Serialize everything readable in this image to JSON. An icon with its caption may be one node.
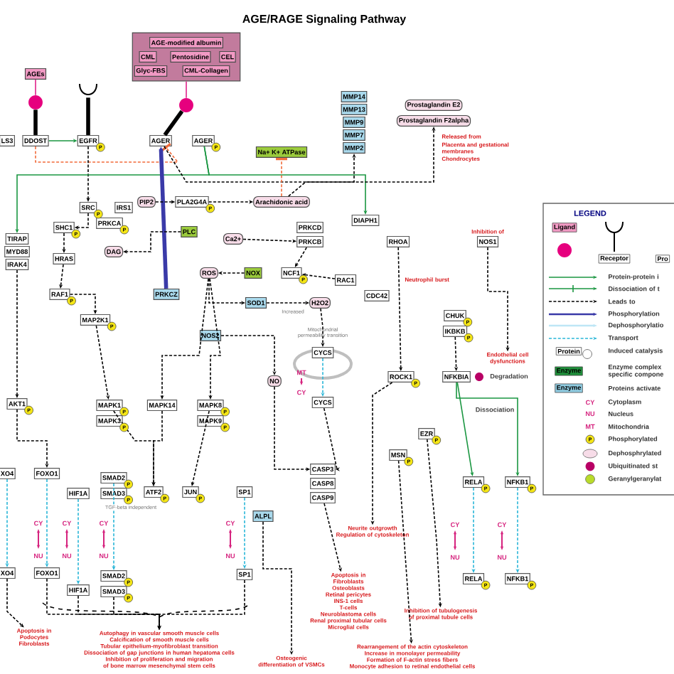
{
  "diagram": {
    "title": "AGE/RAGE Signaling Pathway",
    "nodes": [
      {
        "text": [
          "AGEs"
        ]
      },
      {
        "text": [],
        "shape": "circle"
      },
      {
        "text": [],
        "shape": "box"
      },
      {
        "text": [
          "AGE-modified albumin"
        ],
        "in": 2
      },
      {
        "text": [
          "CML"
        ],
        "in": 2
      },
      {
        "text": [
          "Pentosidine"
        ],
        "in": 2
      },
      {
        "text": [
          "CEL"
        ],
        "in": 2
      },
      {
        "text": [
          "Glyc-FBS"
        ],
        "in": 2
      },
      {
        "text": [
          "CML-Collagen"
        ],
        "in": 2
      },
      {
        "text": [],
        "shape": "circle"
      },
      {
        "text": [],
        "shape": "cup"
      },
      {
        "text": [
          "LS3"
        ]
      },
      {
        "text": [
          "DDOST"
        ]
      },
      {
        "text": [
          "EGFR"
        ],
        "beside": [
          "P"
        ]
      },
      {
        "text": [
          "AGER"
        ]
      },
      {
        "text": [
          "AGER"
        ],
        "beside": [
          "P"
        ]
      },
      {
        "text": [
          "Na+ K+ ATPase"
        ]
      },
      {
        "text": [
          "MMP14"
        ]
      },
      {
        "text": [
          "MMP13"
        ]
      },
      {
        "text": [
          "MMP9"
        ]
      },
      {
        "text": [
          "MMP7"
        ]
      },
      {
        "text": [
          "MMP2"
        ]
      },
      {
        "text": [
          "Prostaglandin E2"
        ]
      },
      {
        "text": [
          "Prostaglandin F2alpha"
        ]
      },
      {
        "text": [
          "SRC"
        ],
        "beside": [
          "P"
        ]
      },
      {
        "text": [
          "IRS1"
        ]
      },
      {
        "text": [
          "PRKCA"
        ],
        "beside": [
          "P"
        ]
      },
      {
        "text": [
          "PIP2"
        ]
      },
      {
        "text": [
          "PLA2G4A"
        ],
        "beside": [
          "P"
        ]
      },
      {
        "text": [
          "Arachidonic acid"
        ]
      },
      {
        "text": [
          "PRKCD"
        ]
      },
      {
        "text": [
          "PRKCB"
        ]
      },
      {
        "text": [
          "DIAPH1"
        ]
      },
      {
        "text": [
          "RHOA"
        ]
      },
      {
        "text": [
          "NOS1"
        ],
        "beside": [
          "Inhibition of"
        ]
      },
      {
        "text": [
          "TIRAP"
        ]
      },
      {
        "text": [
          "MYD88"
        ]
      },
      {
        "text": [
          "IRAK4"
        ]
      },
      {
        "text": [
          "SHC1"
        ],
        "beside": [
          "P"
        ]
      },
      {
        "text": [
          "HRAS"
        ]
      },
      {
        "text": [
          "PLC"
        ]
      },
      {
        "text": [
          "DAG"
        ]
      },
      {
        "text": [
          "Ca2+"
        ]
      },
      {
        "text": [
          "ROS"
        ]
      },
      {
        "text": [
          "NOX"
        ]
      },
      {
        "text": [
          "NCF1"
        ],
        "beside": [
          "P"
        ]
      },
      {
        "text": [
          "RAC1"
        ]
      },
      {
        "text": [
          "CDC42"
        ]
      },
      {
        "text": [
          "RAF1"
        ],
        "beside": [
          "P"
        ]
      },
      {
        "text": [
          "PRKCZ"
        ]
      },
      {
        "text": [
          "SOD1"
        ]
      },
      {
        "text": [
          "H2O2"
        ]
      },
      {
        "text": [
          "MAP2K1"
        ],
        "beside": [
          "P"
        ]
      },
      {
        "text": [
          "NOS2"
        ]
      },
      {
        "text": [
          "CYCS"
        ]
      },
      {
        "text": [
          "NO"
        ]
      },
      {
        "text": [
          "CYCS"
        ]
      },
      {
        "text": [
          "CHUK"
        ],
        "beside": [
          "P"
        ]
      },
      {
        "text": [
          "IKBKB"
        ],
        "beside": [
          "P"
        ]
      },
      {
        "text": [
          "ROCK1"
        ],
        "beside": [
          "P"
        ]
      },
      {
        "text": [
          "NFKBIA"
        ]
      },
      {
        "text": [
          "AKT1"
        ],
        "beside": [
          "P"
        ]
      },
      {
        "text": [
          "MAPK1"
        ],
        "beside": [
          "P"
        ]
      },
      {
        "text": [
          "MAPK3"
        ],
        "beside": [
          "P"
        ]
      },
      {
        "text": [
          "MAPK14"
        ]
      },
      {
        "text": [
          "MAPK8"
        ],
        "beside": [
          "P"
        ]
      },
      {
        "text": [
          "MAPK9"
        ],
        "beside": [
          "P"
        ]
      },
      {
        "text": [
          "EZR"
        ],
        "beside": [
          "P"
        ]
      },
      {
        "text": [
          "MSN"
        ],
        "beside": [
          "P"
        ]
      },
      {
        "text": [
          "CASP3"
        ]
      },
      {
        "text": [
          "CASP8"
        ]
      },
      {
        "text": [
          "CASP9"
        ]
      },
      {
        "text": [
          "XO4"
        ]
      },
      {
        "text": [
          "FOXO1"
        ]
      },
      {
        "text": [
          "HIF1A"
        ]
      },
      {
        "text": [
          "SMAD2"
        ],
        "beside": [
          "P"
        ]
      },
      {
        "text": [
          "SMAD3"
        ],
        "beside": [
          "P"
        ]
      },
      {
        "text": [
          "ATF2"
        ],
        "beside": [
          "P"
        ]
      },
      {
        "text": [
          "JUN"
        ],
        "beside": [
          "P"
        ]
      },
      {
        "text": [
          "SP1"
        ]
      },
      {
        "text": [
          "ALPL"
        ]
      },
      {
        "text": [
          "RELA"
        ],
        "beside": [
          "P"
        ]
      },
      {
        "text": [
          "NFKB1"
        ],
        "beside": [
          "P"
        ]
      },
      {
        "text": [
          "XO4"
        ]
      },
      {
        "text": [
          "FOXO1"
        ]
      },
      {
        "text": [
          "HIF1A"
        ]
      },
      {
        "text": [
          "SMAD2"
        ],
        "beside": [
          "P"
        ]
      },
      {
        "text": [
          "SMAD3"
        ],
        "beside": [
          "P"
        ]
      },
      {
        "text": [
          "SP1"
        ]
      },
      {
        "text": [
          "RELA"
        ],
        "beside": [
          "P"
        ]
      },
      {
        "text": [
          "NFKB1"
        ],
        "beside": [
          "P"
        ]
      },
      {
        "text": [
          "Apoptosis in",
          "Podocytes",
          "Fibroblasts"
        ]
      },
      {
        "text": [
          "Autophagy in vascular smooth muscle cells",
          "Calcification of smooth muscle cells",
          "Tubular epithelium-myofibroblast transition",
          "Dissociation of gap junctions in human hepatoma cells",
          "Inhibition of proliferation and migration of bone marrow mesenchymal stem cells"
        ]
      },
      {
        "text": [
          "Osteogenic differentiation of VSMCs"
        ]
      },
      {
        "text": [
          "Apoptosis in",
          "Fibroblasts",
          "Osteoblasts",
          "Retinal pericytes",
          "INS-1 cells",
          "T-cells",
          "Neuroblastoma cells",
          "Renal proximal tubular cells",
          "Microglial cells"
        ]
      },
      {
        "text": [
          "Neurite outgrowth",
          "Regulation of cytoskeleton"
        ]
      },
      {
        "text": [
          "Inhibition of tubulogenesis of proximal tubule cells"
        ]
      },
      {
        "text": [
          "Rearrangement of the actin cytoskeleton",
          "Increase in monolayer permeability",
          "Formation of F-actin stress fibers",
          "Monocyte adhesion to retinal endothelial cells"
        ]
      },
      {
        "text": [
          "Endothelial cell dysfunctions"
        ]
      }
    ],
    "edges": [
      {
        "from": 0,
        "to": 1,
        "arrow": "none",
        "color": "#e0218a"
      },
      {
        "from": 1,
        "to": 12,
        "arrow": "none",
        "style": "thick"
      },
      {
        "from": 2,
        "to": 9,
        "arrow": "none",
        "color": "#e0218a"
      },
      {
        "from": 9,
        "to": 14,
        "arrow": "none",
        "style": "thick"
      },
      {
        "from": 10,
        "to": 13,
        "arrow": "none",
        "style": "thick"
      },
      {
        "from": 12,
        "to": 13,
        "arrow": "to",
        "color": "#1a9641"
      },
      {
        "from": 12,
        "to": 14,
        "arrow": "other",
        "style": "dashed",
        "color": "#f26b3a"
      },
      {
        "from": 13,
        "to": 24,
        "arrow": "to",
        "style": "dashed"
      },
      {
        "from": 15,
        "to": 35,
        "arrow": "to",
        "color": "#1a9641"
      },
      {
        "from": 15,
        "to": 32,
        "arrow": "to",
        "color": "#1a9641"
      },
      {
        "from": 14,
        "to": 21,
        "arrow": "to",
        "style": "dashed"
      },
      {
        "from": 49,
        "to": 14,
        "arrow": "to",
        "style": "thick",
        "color": "#3a3aa8"
      },
      {
        "from": 29,
        "to": 16,
        "arrow": "other",
        "style": "dashed",
        "color": "#f26b3a"
      },
      {
        "from": 28,
        "to": 29,
        "arrow": "to",
        "style": "dashed"
      },
      {
        "from": 27,
        "to": 28,
        "arrow": "to",
        "style": "dashed"
      },
      {
        "from": 40,
        "to": 41,
        "arrow": "to",
        "style": "dashed"
      },
      {
        "from": 24,
        "to": 38,
        "arrow": "to",
        "style": "dashed"
      },
      {
        "from": 38,
        "to": 39,
        "arrow": "to",
        "style": "dashed"
      },
      {
        "from": 39,
        "to": 48,
        "arrow": "to",
        "style": "dashed"
      },
      {
        "from": 48,
        "to": 52,
        "arrow": "to",
        "style": "dashed"
      },
      {
        "from": 52,
        "to": 62,
        "arrow": "to",
        "style": "dashed"
      },
      {
        "from": 37,
        "to": 61,
        "arrow": "to",
        "style": "dashed"
      },
      {
        "from": 44,
        "to": 43,
        "arrow": "to",
        "style": "dashed"
      },
      {
        "from": 31,
        "to": 45,
        "arrow": "to",
        "style": "dashed"
      },
      {
        "from": 42,
        "to": 31,
        "arrow": "to",
        "style": "dashed"
      },
      {
        "from": 43,
        "to": 50,
        "arrow": "to",
        "style": "dashed"
      },
      {
        "from": 50,
        "to": 51,
        "arrow": "to",
        "style": "dashed"
      },
      {
        "from": 51,
        "to": 54,
        "arrow": "to",
        "style": "dashed"
      },
      {
        "from": 54,
        "to": 56,
        "arrow": "to",
        "style": "dashed",
        "color": "#29b6d8"
      },
      {
        "from": 56,
        "to": 69,
        "arrow": "to",
        "style": "dashed"
      },
      {
        "from": 43,
        "to": 64,
        "arrow": "to",
        "style": "dashed"
      },
      {
        "from": 43,
        "to": 65,
        "arrow": "to",
        "style": "dashed"
      },
      {
        "from": 53,
        "to": 55,
        "arrow": "to",
        "style": "dashed"
      },
      {
        "from": 55,
        "to": 69,
        "arrow": "to",
        "style": "dashed"
      },
      {
        "from": 33,
        "to": 59,
        "arrow": "to",
        "style": "dashed"
      },
      {
        "from": 59,
        "to": 95,
        "arrow": "to",
        "style": "dashed"
      },
      {
        "from": 58,
        "to": 60,
        "arrow": "to",
        "style": "dashed"
      },
      {
        "from": 34,
        "to": 98,
        "arrow": "to",
        "style": "dashed"
      },
      {
        "from": 60,
        "to": 81,
        "arrow": "to",
        "color": "#1a9641"
      },
      {
        "from": 60,
        "to": 82,
        "arrow": "to",
        "color": "#1a9641"
      },
      {
        "from": 68,
        "to": 97,
        "arrow": "to",
        "style": "dashed"
      },
      {
        "from": 67,
        "to": 96,
        "arrow": "to",
        "style": "dashed"
      },
      {
        "from": 72,
        "to": 83,
        "arrow": "to",
        "style": "dashed",
        "color": "#29b6d8"
      },
      {
        "from": 73,
        "to": 84,
        "arrow": "to",
        "style": "dashed",
        "color": "#29b6d8"
      },
      {
        "from": 74,
        "to": 85,
        "arrow": "to",
        "style": "dashed",
        "color": "#29b6d8"
      },
      {
        "from": 75,
        "to": 86,
        "arrow": "to",
        "style": "dashed",
        "color": "#29b6d8"
      },
      {
        "from": 79,
        "to": 88,
        "arrow": "to",
        "style": "dashed",
        "color": "#29b6d8"
      },
      {
        "from": 81,
        "to": 89,
        "arrow": "to",
        "style": "dashed",
        "color": "#29b6d8"
      },
      {
        "from": 82,
        "to": 90,
        "arrow": "to",
        "style": "dashed",
        "color": "#29b6d8"
      },
      {
        "from": 83,
        "to": 91,
        "arrow": "to",
        "style": "dashed"
      },
      {
        "from": 84,
        "to": 92,
        "arrow": "to",
        "style": "dashed"
      },
      {
        "from": 85,
        "to": 92,
        "arrow": "to",
        "style": "dashed"
      },
      {
        "from": 87,
        "to": 92,
        "arrow": "to",
        "style": "dashed"
      },
      {
        "from": 88,
        "to": 92,
        "arrow": "to",
        "style": "dashed"
      },
      {
        "from": 80,
        "to": 93,
        "arrow": "to",
        "style": "dashed"
      },
      {
        "from": 71,
        "to": 94,
        "arrow": "to",
        "style": "dashed"
      },
      {
        "from": 62,
        "to": 77,
        "arrow": "to",
        "style": "dashed"
      },
      {
        "from": 64,
        "to": 77,
        "arrow": "to",
        "style": "dashed"
      },
      {
        "from": 65,
        "to": 78,
        "arrow": "to",
        "style": "dashed"
      },
      {
        "from": 61,
        "to": 73,
        "arrow": "to",
        "style": "dashed"
      },
      {
        "from": 29,
        "to": 23,
        "arrow": "to",
        "style": "dashed"
      },
      {
        "from": 46,
        "to": 45,
        "arrow": "to",
        "style": "dashed"
      }
    ],
    "labels": [
      "Released from",
      "Placenta and gestational membranes",
      "Chondrocytes",
      "Neutrophil burst",
      "Increased",
      "Mitochondrial permeability transition",
      "MT",
      "CY",
      "Degradation",
      "Dissociation",
      "TGF-beta independent",
      "CY",
      "NU",
      "CY",
      "NU",
      "CY",
      "NU",
      "CY",
      "NU",
      "CY",
      "NU",
      "CY",
      "NU",
      "LEGEND",
      "Ligand",
      "Receptor",
      "Pro",
      "Protein",
      "Enzyme",
      "Enzyme",
      "CY",
      "NU",
      "MT",
      "P"
    ],
    "legend": [
      {
        "text": "Protein-protein i"
      },
      {
        "text": "Dissociation of t"
      },
      {
        "text": "Leads to"
      },
      {
        "text": "Phosphorylation"
      },
      {
        "text": "Dephosphorylatio"
      },
      {
        "text": "Transport"
      },
      {
        "text": "Induced catalysis"
      },
      {
        "text": "Enzyme complex specific compone",
        "color": "#1f8f3a"
      },
      {
        "text": "Proteins activate",
        "color": "#8fcbe0"
      },
      {
        "text": "Cytoplasm"
      },
      {
        "text": "Nucleus"
      },
      {
        "text": "Mitochondria"
      },
      {
        "text": "Phosphorylated"
      },
      {
        "text": "Dephosphrylated"
      },
      {
        "text": "Ubiquitinated st"
      },
      {
        "text": "Geranylgeranylat"
      }
    ]
  }
}
